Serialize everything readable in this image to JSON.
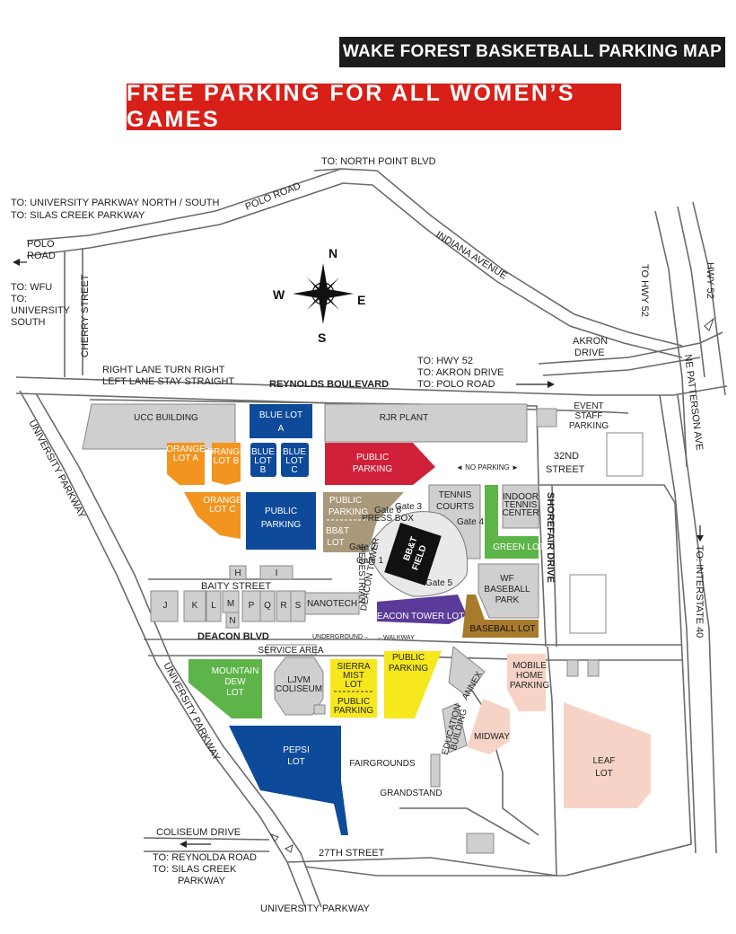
{
  "header": {
    "title": "WAKE FOREST BASKETBALL PARKING MAP",
    "banner": "FREE PARKING FOR ALL WOMEN’S GAMES"
  },
  "colors": {
    "blue": "#0d4a9a",
    "orange": "#f2941e",
    "red": "#d0203a",
    "tan": "#a9987a",
    "green": "#5db448",
    "purple": "#5b3b9a",
    "brown": "#a87a2c",
    "yellow": "#f6e81c",
    "pink": "#f6d3c6",
    "gray": "#cfcfcf",
    "banner_red": "#d81f18"
  },
  "compass": {
    "n": "N",
    "s": "S",
    "e": "E",
    "w": "W"
  },
  "directions": {
    "north_point": "TO:  NORTH POINT BLVD",
    "univ_parkway_1": "TO:  UNIVERSITY PARKWAY NORTH / SOUTH",
    "univ_parkway_2": "TO:  SILAS CREEK PARKWAY",
    "polo_road_a": "POLO",
    "polo_road_b": "ROAD",
    "wfu_1": "TO:  WFU",
    "wfu_2": "TO:",
    "wfu_3": "UNIVERSITY",
    "wfu_4": "SOUTH",
    "turn_1": "RIGHT LANE TURN RIGHT",
    "turn_2": "LEFT LANE STAY STRAIGHT",
    "hwy52_1": "TO:  HWY 52",
    "hwy52_2": "TO:  AKRON DRIVE",
    "hwy52_3": "TO:  POLO ROAD",
    "to_hwy52_vert": "TO HWY 52",
    "hwy52_vert": "HWY 52",
    "interstate": "TO:  INTERSTATE 40",
    "reynolda_1": "TO:  REYNOLDA ROAD",
    "reynolda_2": "TO:  SILAS CREEK",
    "reynolda_3": "PARKWAY"
  },
  "roads": {
    "polo_road": "POLO ROAD",
    "indiana": "INDIANA AVENUE",
    "cherry": "CHERRY STREET",
    "akron_1": "AKRON",
    "akron_2": "DRIVE",
    "patterson": "NE PATTERSON AVE",
    "reynolds": "REYNOLDS BOULEVARD",
    "university_1": "UNIVERSITY PARKWAY",
    "university_2": "UNIVERSITY PARKWAY",
    "university_3": "UNIVERSITY PARKWAY",
    "street32_1": "32ND",
    "street32_2": "STREET",
    "shorefair": "SHOREFAIR DRIVE",
    "baity": "BAITY STREET",
    "deacon": "DEACON BLVD",
    "coliseum_dr": "COLISEUM DRIVE",
    "street27": "27TH STREET",
    "underground": "UNDERGROUND→",
    "walkway": "←WALKWAY",
    "no_parking": "◄ NO PARKING ►"
  },
  "places": {
    "ucc": "UCC BUILDING",
    "rjr": "RJR PLANT",
    "event_1": "EVENT",
    "event_2": "STAFF",
    "event_3": "PARKING",
    "tennis_1": "TENNIS",
    "tennis_2": "COURTS",
    "indoor_1": "INDOOR",
    "indoor_2": "TENNIS",
    "indoor_3": "CENTER",
    "baseball_1": "WF",
    "baseball_2": "BASEBALL",
    "baseball_3": "PARK",
    "field_1": "BB&T",
    "field_2": "FIELD",
    "deacon_tower": "DEACON TOWER",
    "press": "PRESS BOX",
    "pedestrian": "PEDESTRIAN",
    "nanotech": "NANOTECH",
    "service": "SERVICE AREA",
    "ljvm_1": "LJVM",
    "ljvm_2": "COLISEUM",
    "annex": "ANNEX",
    "education_1": "EDUCATION",
    "education_2": "BUILDING",
    "midway": "MIDWAY",
    "mobile_1": "MOBILE",
    "mobile_2": "HOME",
    "mobile_3": "PARKING",
    "leaf_1": "LEAF",
    "leaf_2": "LOT",
    "fairgrounds": "FAIRGROUNDS",
    "grandstand": "GRANDSTAND",
    "gate_2": "Gate 2",
    "gate_3": "Gate 3",
    "gate_4": "Gate 4",
    "gate_5": "Gate 5",
    "gate_6": "Gate 6",
    "gate_1": "Gate 1"
  },
  "lots": {
    "blue_a_1": "BLUE LOT",
    "blue_a_2": "A",
    "blue_b_1": "BLUE",
    "blue_b_2": "LOT",
    "blue_b_3": "B",
    "blue_c_1": "BLUE",
    "blue_c_2": "LOT",
    "blue_c_3": "C",
    "orange_a_1": "ORANGE",
    "orange_a_2": "LOT A",
    "orange_b_1": "ORANGE",
    "orange_b_2": "LOT B",
    "orange_c_1": "ORANGE",
    "orange_c_2": "LOT C",
    "public_blue_1": "PUBLIC",
    "public_blue_2": "PARKING",
    "public_red_1": "PUBLIC",
    "public_red_2": "PARKING",
    "public_tan_1": "PUBLIC",
    "public_tan_2": "PARKING",
    "bbt_1": "BB&T",
    "bbt_2": "LOT",
    "green_lot": "GREEN LOT",
    "deacon_tower_lot": "DEACON TOWER LOT",
    "baseball_lot": "BASEBALL LOT",
    "mountain_dew_1": "MOUNTAIN",
    "mountain_dew_2": "DEW",
    "mountain_dew_3": "LOT",
    "sierra_1": "SIERRA",
    "sierra_2": "MIST",
    "sierra_3": "LOT",
    "sierra_4": "PUBLIC",
    "sierra_5": "PARKING",
    "public_yellow_1": "PUBLIC",
    "public_yellow_2": "PARKING",
    "pepsi_1": "PEPSI",
    "pepsi_2": "LOT"
  },
  "small_lots": [
    "H",
    "I",
    "J",
    "K",
    "L",
    "M",
    "N",
    "P",
    "Q",
    "R",
    "S"
  ]
}
